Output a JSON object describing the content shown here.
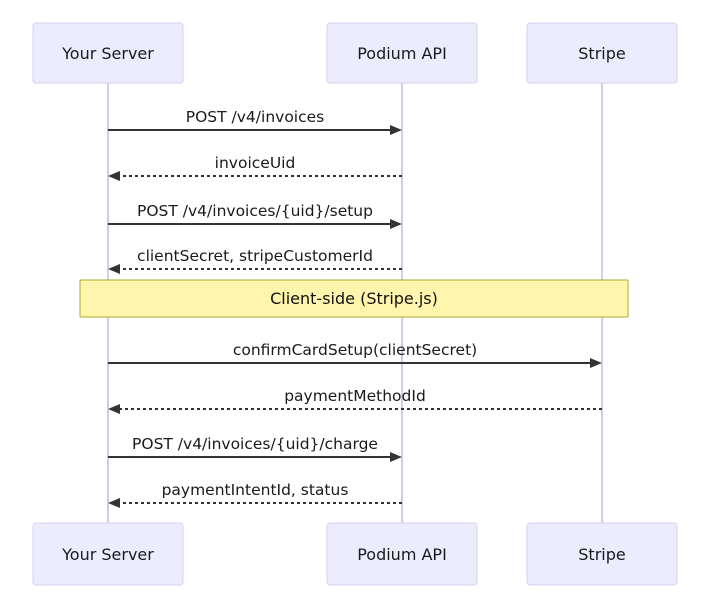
{
  "diagram": {
    "type": "sequence-diagram",
    "actors": [
      {
        "label": "Your Server"
      },
      {
        "label": "Podium API"
      },
      {
        "label": "Stripe"
      }
    ],
    "messages": [
      {
        "label": "POST /v4/invoices",
        "from": "Your Server",
        "to": "Podium API",
        "line": "solid"
      },
      {
        "label": "invoiceUid",
        "from": "Podium API",
        "to": "Your Server",
        "line": "dashed"
      },
      {
        "label": "POST /v4/invoices/{uid}/setup",
        "from": "Your Server",
        "to": "Podium API",
        "line": "solid"
      },
      {
        "label": "clientSecret, stripeCustomerId",
        "from": "Podium API",
        "to": "Your Server",
        "line": "dashed"
      },
      {
        "label": "confirmCardSetup(clientSecret)",
        "from": "Your Server",
        "to": "Stripe",
        "line": "solid"
      },
      {
        "label": "paymentMethodId",
        "from": "Stripe",
        "to": "Your Server",
        "line": "dashed"
      },
      {
        "label": "POST /v4/invoices/{uid}/charge",
        "from": "Your Server",
        "to": "Podium API",
        "line": "solid"
      },
      {
        "label": "paymentIntentId, status",
        "from": "Podium API",
        "to": "Your Server",
        "line": "dashed"
      }
    ],
    "note": {
      "label": "Client-side (Stripe.js)"
    },
    "colors": {
      "background": "#FFFFFF",
      "actor_fill": "#ECECFF",
      "actor_border": "#D8CFF0",
      "lifeline": "#D2CCE8",
      "message_line": "#333333",
      "text": "#1A1A1A",
      "note_fill": "#FFF5AD",
      "note_border": "#AAAA33"
    }
  }
}
